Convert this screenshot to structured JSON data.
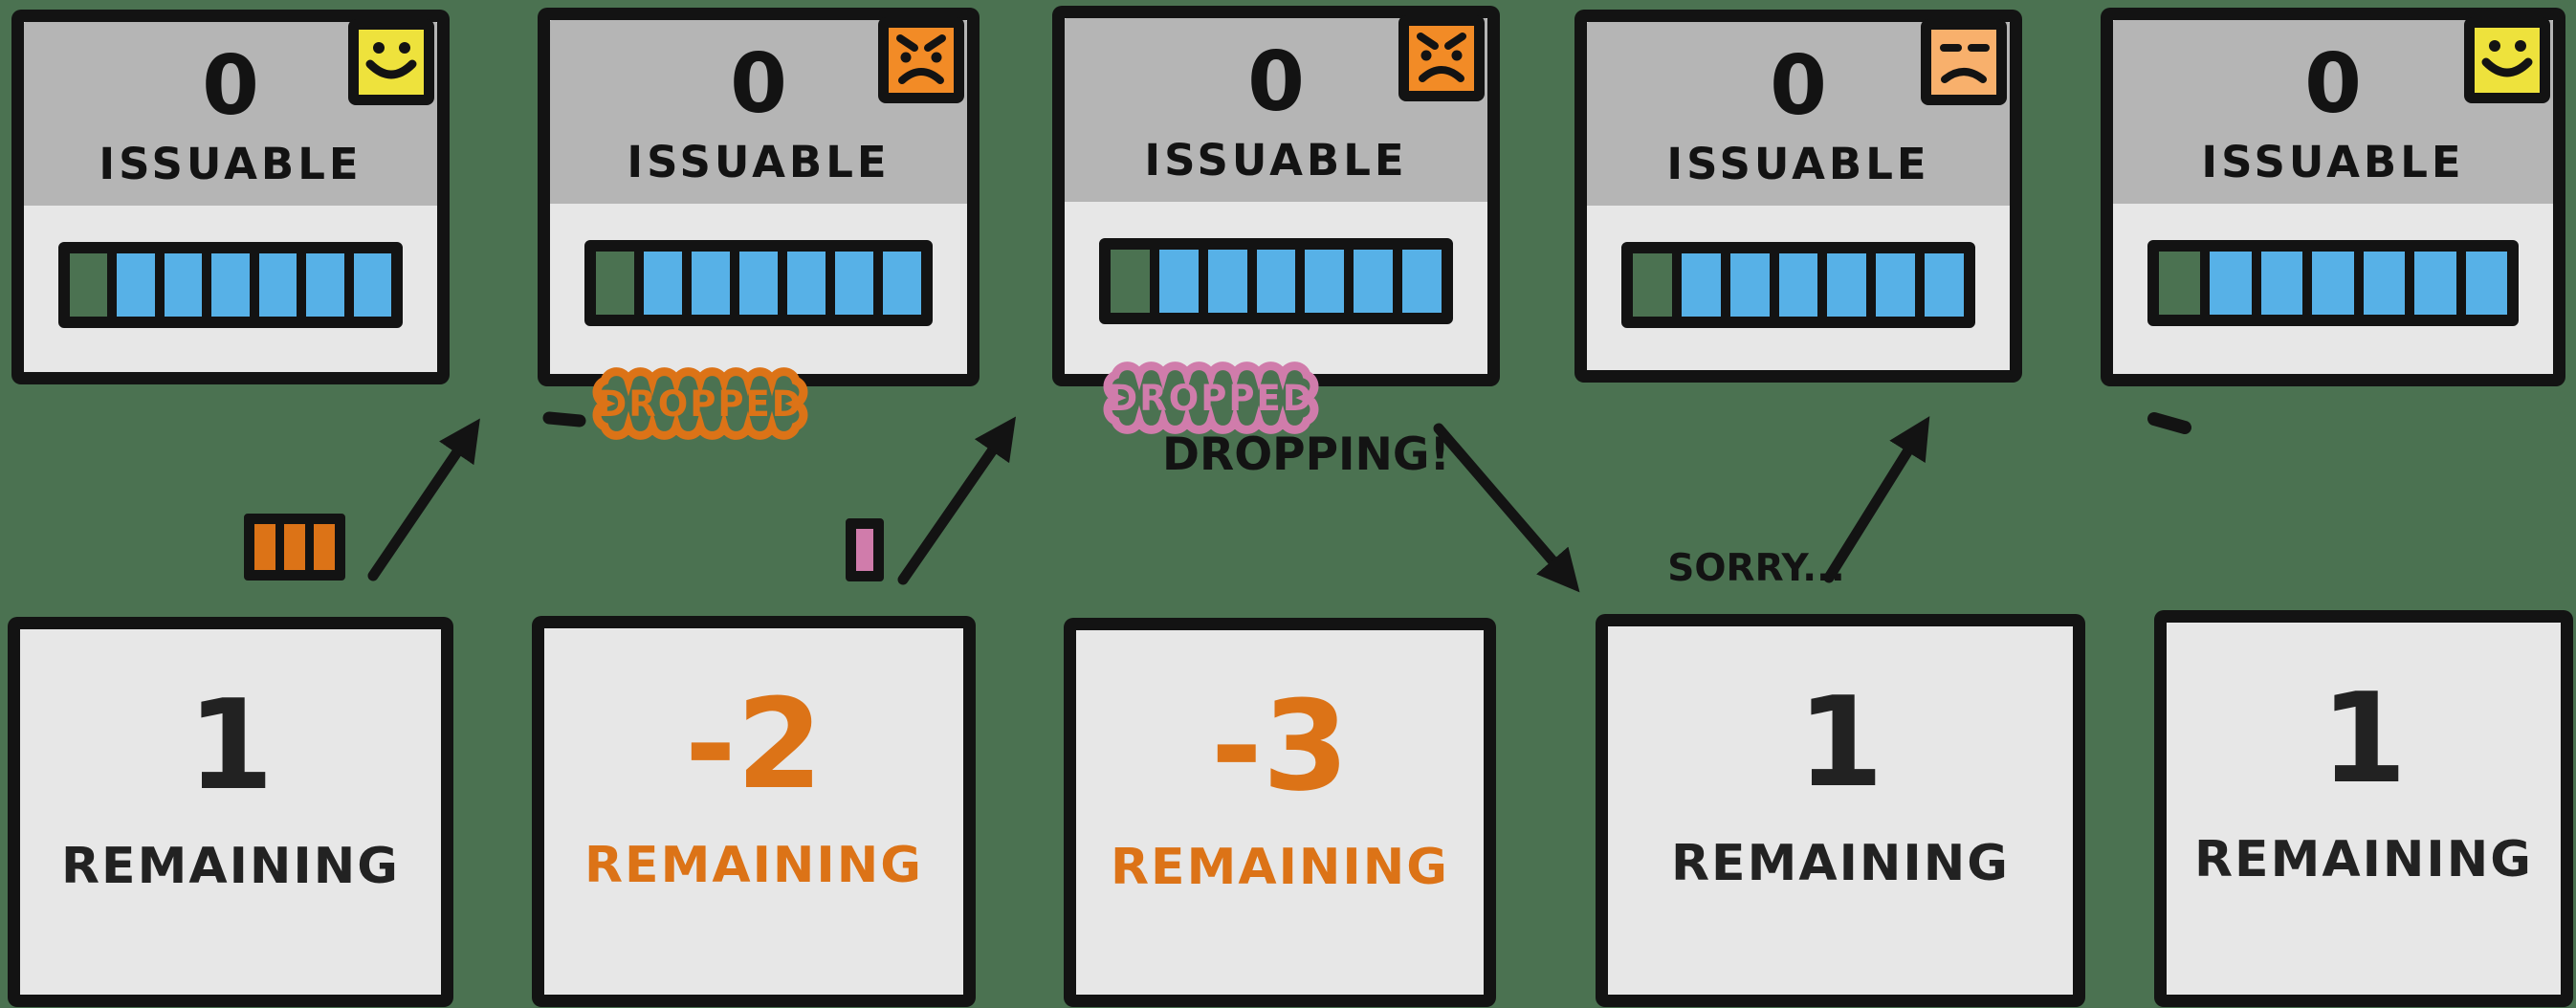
{
  "colors": {
    "background": "#4b7251",
    "ink": "#131313",
    "card_body": "#e7e7e7",
    "card_header": "#b5b5b5",
    "progress_fill": "#57b1e7",
    "accent_orange": "#dc7317",
    "accent_pink": "#d07cab"
  },
  "top_cards": [
    {
      "count": "0",
      "label": "ISSUABLE",
      "face_icon": "smiley-face-icon",
      "face_color": "#eee23c",
      "progress": {
        "total_cells": 7,
        "empty_cells": 1,
        "filled_cells": 6
      }
    },
    {
      "count": "0",
      "label": "ISSUABLE",
      "face_icon": "angry-face-icon",
      "face_color": "#f28b26",
      "progress": {
        "total_cells": 7,
        "empty_cells": 1,
        "filled_cells": 6
      }
    },
    {
      "count": "0",
      "label": "ISSUABLE",
      "face_icon": "angry-face-icon",
      "face_color": "#f28b26",
      "progress": {
        "total_cells": 7,
        "empty_cells": 1,
        "filled_cells": 6
      }
    },
    {
      "count": "0",
      "label": "ISSUABLE",
      "face_icon": "unamused-face-icon",
      "face_color": "#f8b06c",
      "progress": {
        "total_cells": 7,
        "empty_cells": 1,
        "filled_cells": 6
      }
    },
    {
      "count": "0",
      "label": "ISSUABLE",
      "face_icon": "smiley-face-icon",
      "face_color": "#eee23c",
      "progress": {
        "total_cells": 7,
        "empty_cells": 1,
        "filled_cells": 6
      }
    }
  ],
  "bottom_cards": [
    {
      "count": "1",
      "label": "REMAINING",
      "text_color": "#222222"
    },
    {
      "count": "-2",
      "label": "REMAINING",
      "text_color": "#dc7317"
    },
    {
      "count": "-3",
      "label": "REMAINING",
      "text_color": "#dc7317"
    },
    {
      "count": "1",
      "label": "REMAINING",
      "text_color": "#222222"
    },
    {
      "count": "1",
      "label": "REMAINING",
      "text_color": "#222222"
    }
  ],
  "annotations": {
    "dropped_badge_orange": {
      "text": "DROPPED",
      "color": "#dc7317"
    },
    "dropped_badge_pink": {
      "text": "DROPPED",
      "color": "#d07cab"
    },
    "dropping_label": {
      "text": "DROPPING!",
      "color": "#131313"
    },
    "sorry_label": {
      "text": "SORRY...",
      "color": "#131313"
    }
  },
  "tokens": {
    "orange_block": {
      "cells": 3,
      "color": "#dc7317"
    },
    "pink_block": {
      "cells": 1,
      "color": "#d07cab"
    }
  }
}
